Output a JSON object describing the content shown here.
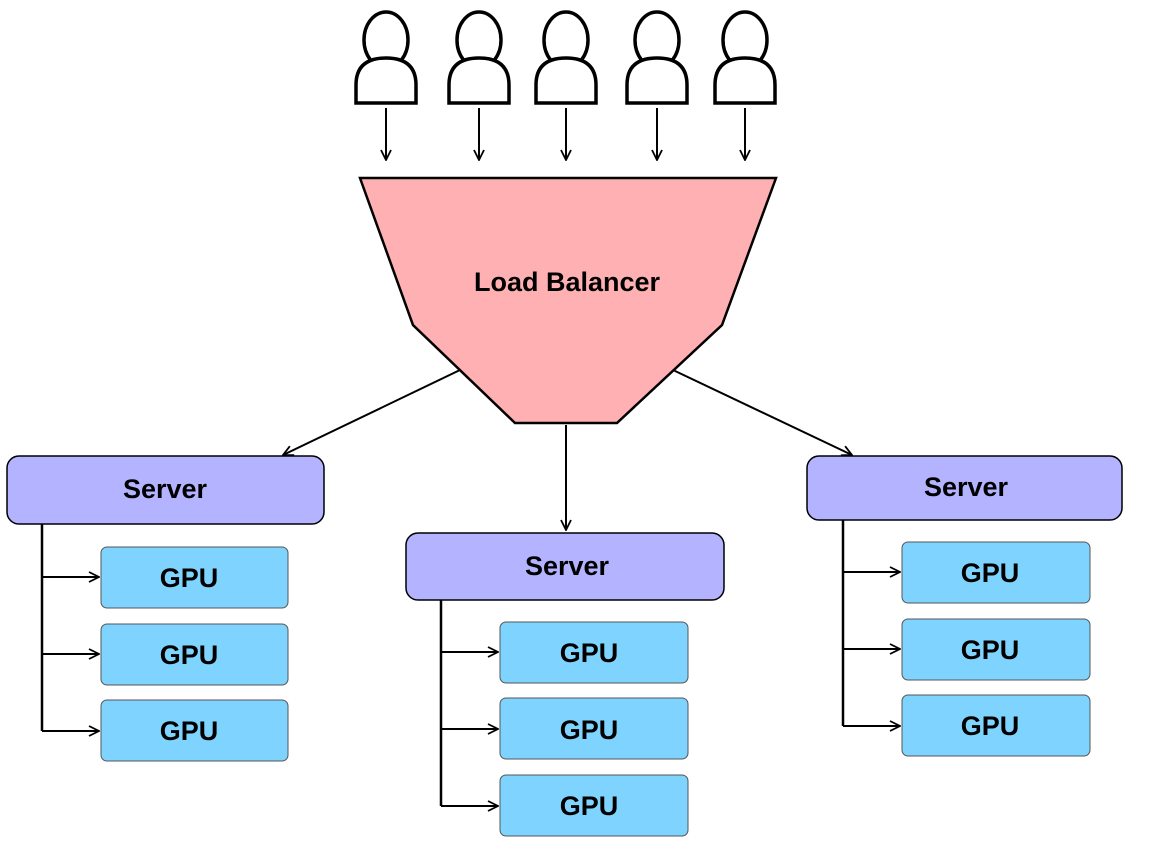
{
  "load_balancer": {
    "label": "Load Balancer",
    "color": "#ffb0b3"
  },
  "users": {
    "count": 5,
    "icon": "person-icon"
  },
  "servers": [
    {
      "label": "Server",
      "gpus": [
        "GPU",
        "GPU",
        "GPU"
      ]
    },
    {
      "label": "Server",
      "gpus": [
        "GPU",
        "GPU",
        "GPU"
      ]
    },
    {
      "label": "Server",
      "gpus": [
        "GPU",
        "GPU",
        "GPU"
      ]
    }
  ],
  "colors": {
    "server": "#b3b3ff",
    "gpu": "#7fd4ff",
    "line": "#000000"
  }
}
